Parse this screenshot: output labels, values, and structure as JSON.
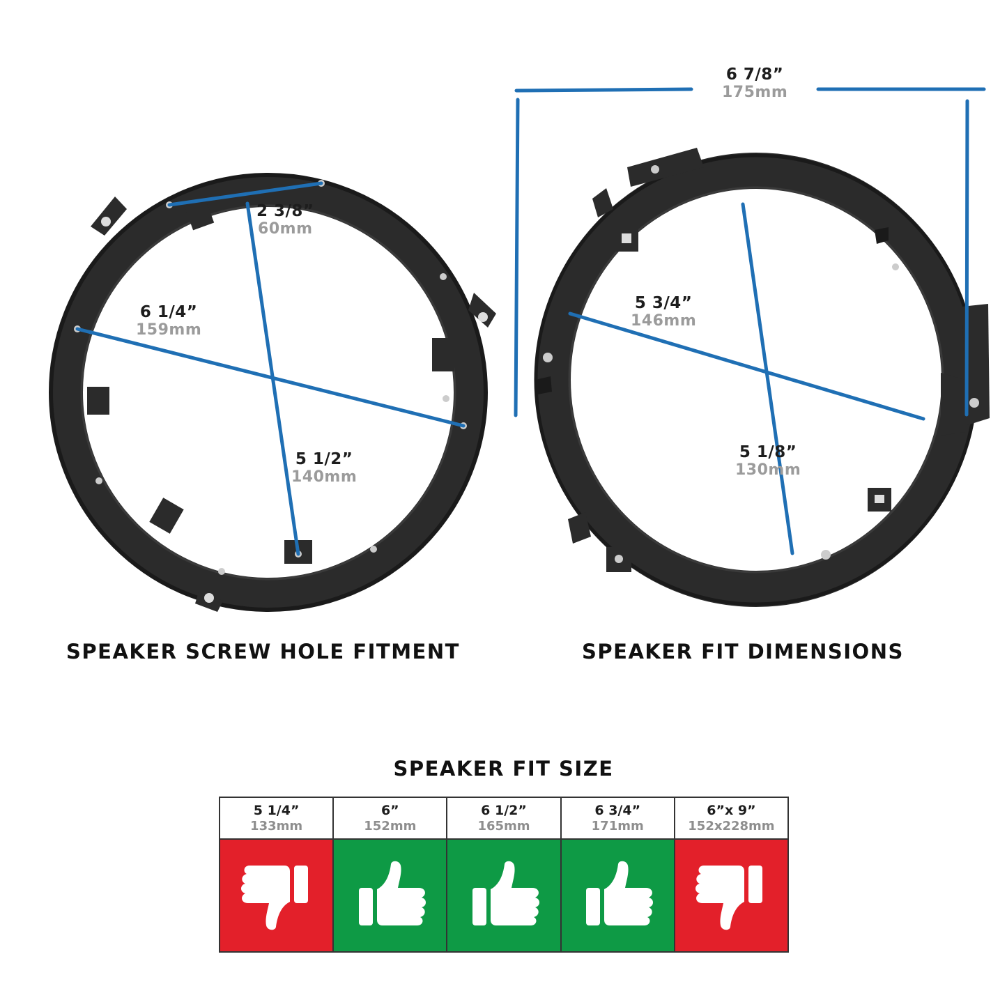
{
  "colors": {
    "dimension_line": "#1f6fb4",
    "ring": "#2b2b2b",
    "ok": "#0e9a45",
    "bad": "#e3202a"
  },
  "left_ring": {
    "caption": "SPEAKER SCREW HOLE FITMENT",
    "dims": {
      "hole_spacing": {
        "imperial": "2 3/8”",
        "metric": "60mm"
      },
      "diameter": {
        "imperial": "6 1/4”",
        "metric": "159mm"
      },
      "inner": {
        "imperial": "5 1/2”",
        "metric": "140mm"
      }
    }
  },
  "right_ring": {
    "caption": "SPEAKER FIT DIMENSIONS",
    "dims": {
      "outer": {
        "imperial": "6 7/8”",
        "metric": "175mm"
      },
      "width": {
        "imperial": "5 3/4”",
        "metric": "146mm"
      },
      "depth": {
        "imperial": "5 1/8”",
        "metric": "130mm"
      }
    }
  },
  "fit": {
    "title": "SPEAKER FIT SIZE",
    "sizes": [
      {
        "imperial": "5 1/4”",
        "metric": "133mm",
        "fits": false,
        "icon": "thumbs-down-icon"
      },
      {
        "imperial": "6”",
        "metric": "152mm",
        "fits": true,
        "icon": "thumbs-up-icon"
      },
      {
        "imperial": "6 1/2”",
        "metric": "165mm",
        "fits": true,
        "icon": "thumbs-up-icon"
      },
      {
        "imperial": "6 3/4”",
        "metric": "171mm",
        "fits": true,
        "icon": "thumbs-up-icon"
      },
      {
        "imperial": "6”x 9”",
        "metric": "152x228mm",
        "fits": false,
        "icon": "thumbs-down-icon"
      }
    ]
  }
}
